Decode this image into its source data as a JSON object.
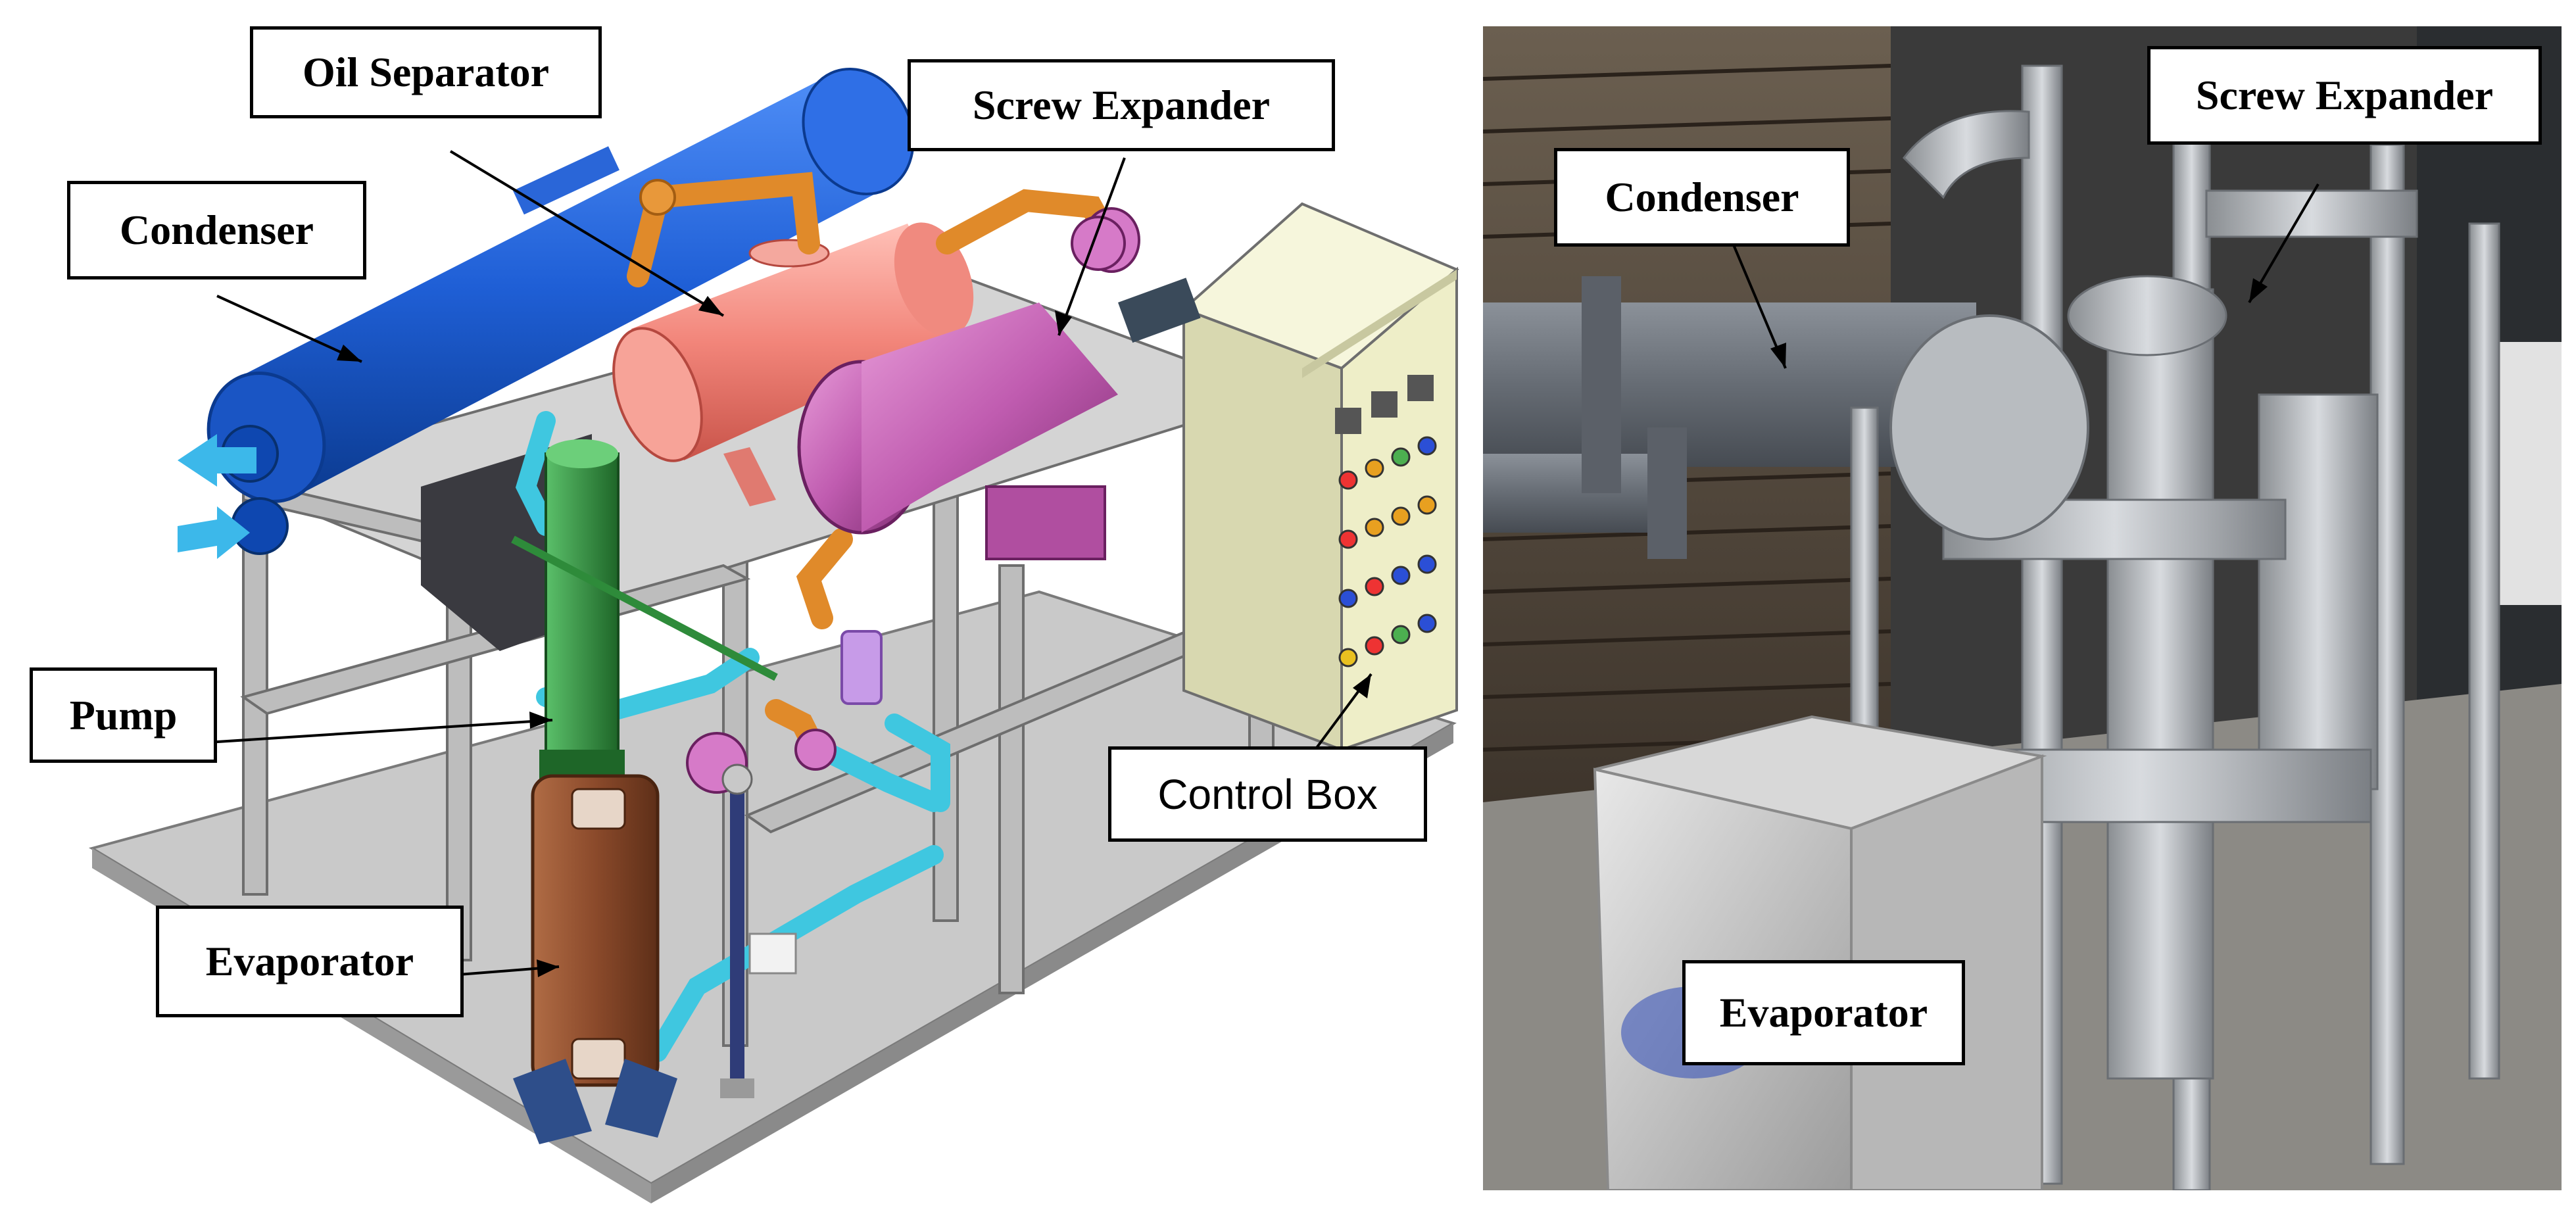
{
  "cad_labels": {
    "oil_separator": "Oil Separator",
    "condenser": "Condenser",
    "screw_expander": "Screw Expander",
    "pump": "Pump",
    "evaporator": "Evaporator",
    "control_box": "Control Box"
  },
  "photo_labels": {
    "condenser": "Condenser",
    "screw_expander": "Screw Expander",
    "evaporator": "Evaporator"
  },
  "colors": {
    "condenser": "#1f5fd6",
    "oil_separator": "#f2857a",
    "screw_expander": "#c05cb0",
    "pump": "#2e8b3a",
    "evaporator": "#8b4a2b",
    "pipe_orange": "#e08a2a",
    "pipe_cyan": "#3fc7e0",
    "frame": "#b9b9b9",
    "control_box": "#eeeec8"
  }
}
